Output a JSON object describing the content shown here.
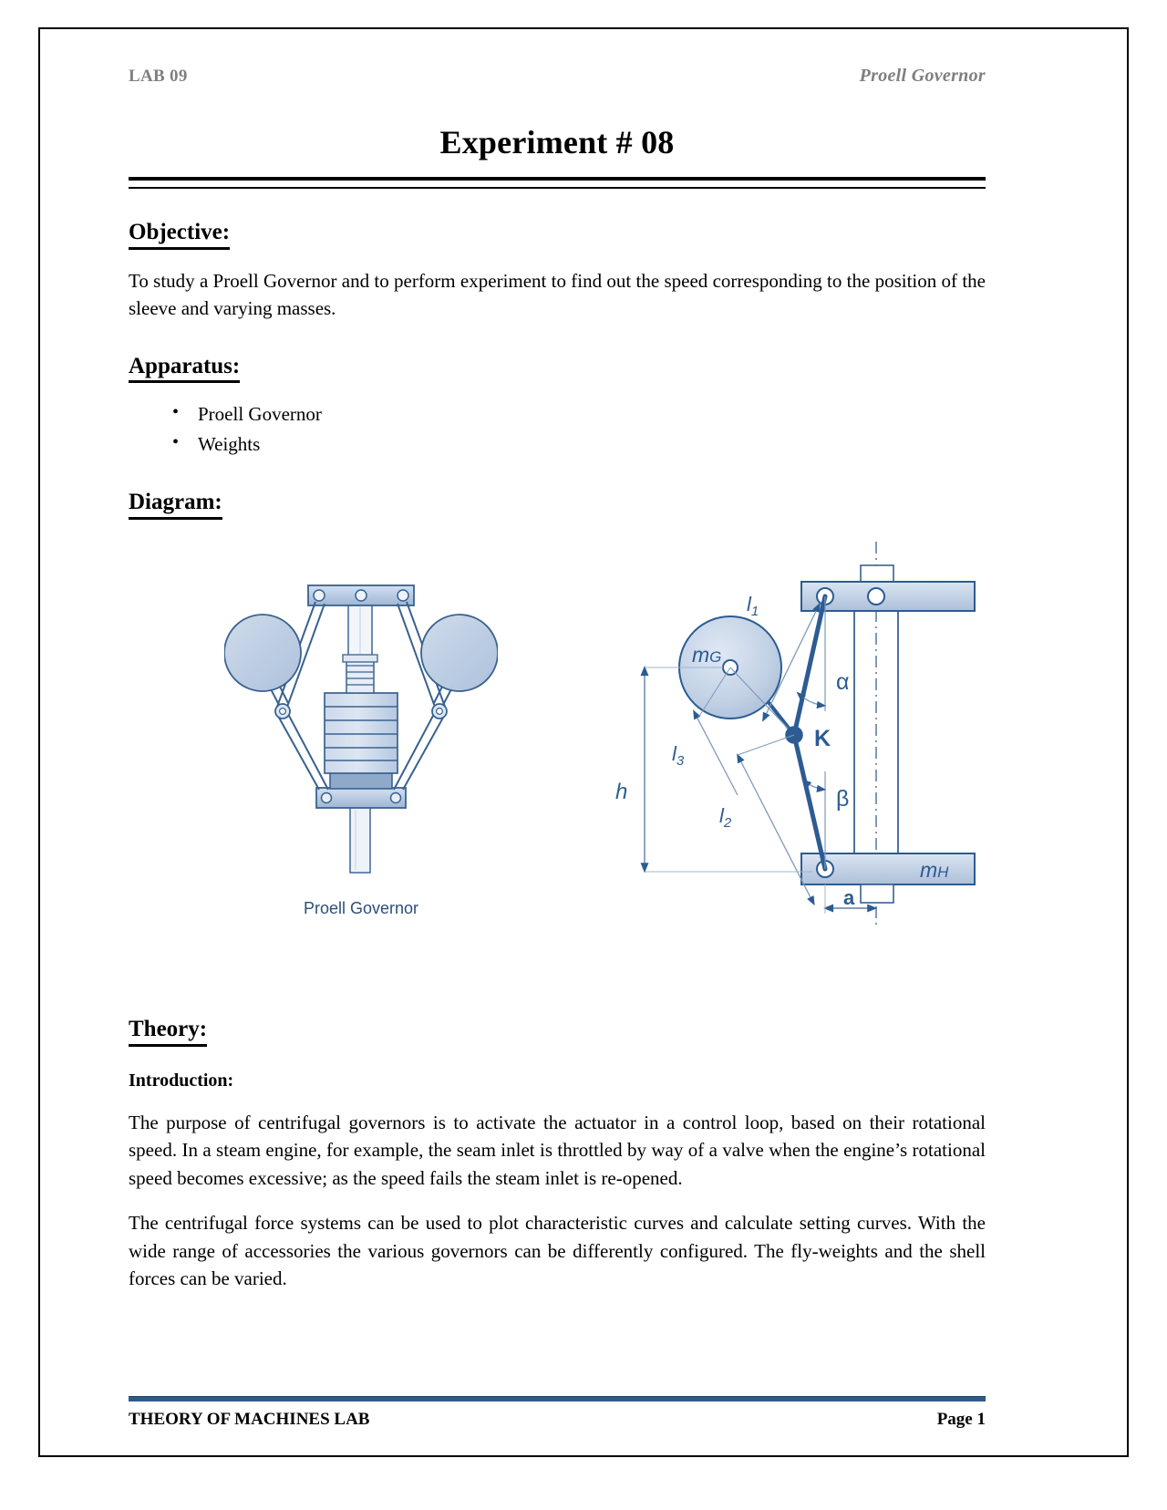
{
  "header": {
    "left": "LAB 09",
    "right": "Proell Governor"
  },
  "title": "Experiment # 08",
  "sections": {
    "objective": {
      "heading": "Objective:",
      "text": "To study a Proell Governor and to perform experiment to find out the speed corresponding to the position of the sleeve and varying masses."
    },
    "apparatus": {
      "heading": "Apparatus:",
      "items": [
        "Proell Governor",
        "Weights"
      ]
    },
    "diagram": {
      "heading": "Diagram:",
      "figure_left_caption": "Proell Governor",
      "figure_right_labels": {
        "l1": "l1",
        "l2": "l2",
        "l3": "l3",
        "h": "h",
        "a": "a",
        "alpha": "α",
        "beta": "β",
        "K": "K",
        "mG": "mG",
        "mH": "mH"
      }
    },
    "theory": {
      "heading": "Theory:",
      "subheading": "Introduction:",
      "paragraph1": "The purpose of centrifugal governors is to activate the actuator in a control loop, based on their rotational speed. In a steam engine, for example, the seam inlet is throttled by way of a valve when the engine’s rotational speed becomes excessive; as the speed fails the steam inlet is re-opened.",
      "paragraph2": "The centrifugal force systems can be used to plot characteristic curves and calculate setting curves. With the wide range of accessories the various governors can be differently configured. The fly-weights and the shell forces can be varied."
    }
  },
  "footer": {
    "left": "THEORY OF MACHINES LAB",
    "right": "Page 1"
  },
  "colors": {
    "drawing_blue": "#2c5c92",
    "drawing_fill": "#c5d3e6",
    "header_gray": "#7f7f7f",
    "footer_rule": "#2e5a88"
  }
}
